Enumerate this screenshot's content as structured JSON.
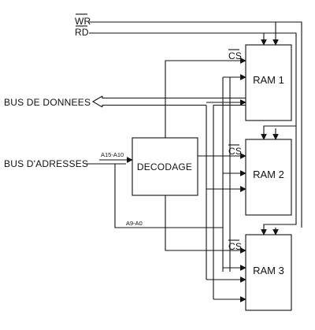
{
  "signals": {
    "wr": "WR",
    "rd": "RD",
    "cs": "CS",
    "upper_address": "A15-A10",
    "lower_address": "A9-A0"
  },
  "buses": {
    "data": "BUS DE DONNEES",
    "address": "BUS D'ADRESSES"
  },
  "decoder": {
    "label": "DECODAGE"
  },
  "memories": [
    {
      "label": "RAM 1"
    },
    {
      "label": "RAM 2"
    },
    {
      "label": "RAM 3"
    }
  ],
  "colors": {
    "ink": "#111111",
    "background": "#ffffff"
  }
}
